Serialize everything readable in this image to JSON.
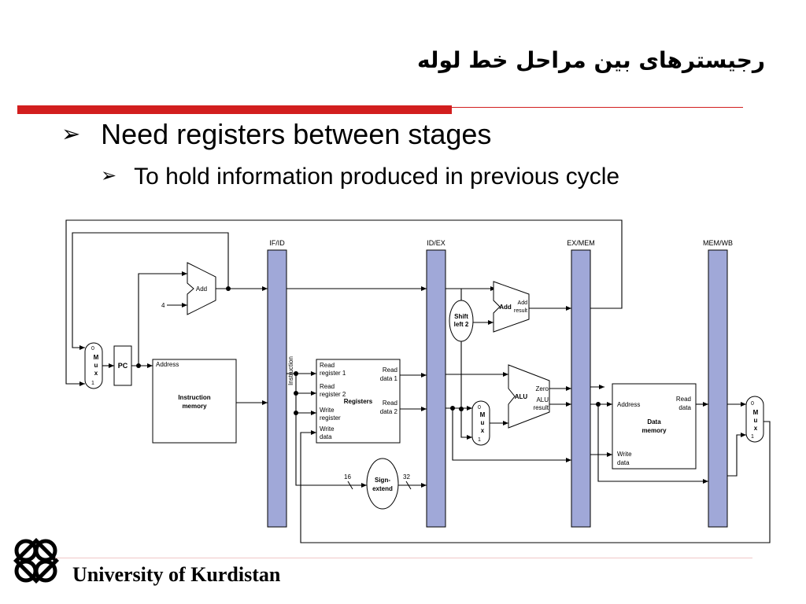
{
  "slide": {
    "title": "رجیسترهای بین مراحل خط لوله",
    "bullet1": "Need registers between stages",
    "bullet2": "To hold information produced in previous cycle",
    "bullet_marker": "arrow-bullet-icon"
  },
  "footer": {
    "university": "University of Kurdistan",
    "logo": "kurdistan-knot-logo"
  },
  "diagram": {
    "pipeline_registers": [
      "IF/ID",
      "ID/EX",
      "EX/MEM",
      "MEM/WB"
    ],
    "pc": "PC",
    "add": "Add",
    "four": "4",
    "instruction_memory": [
      "Instruction",
      "memory"
    ],
    "address": "Address",
    "instruction": "Instruction",
    "registers": "Registers",
    "read_register1": [
      "Read",
      "register 1"
    ],
    "read_register2": [
      "Read",
      "register 2"
    ],
    "write_register": [
      "Write",
      "register"
    ],
    "write_data": [
      "Write",
      "data"
    ],
    "read_data1": [
      "Read",
      "data 1"
    ],
    "read_data2": [
      "Read",
      "data 2"
    ],
    "shift_left": [
      "Shift",
      "left 2"
    ],
    "add_result": [
      "Add",
      "result"
    ],
    "alu": "ALU",
    "zero": "Zero",
    "alu_result": [
      "ALU",
      "result"
    ],
    "data_memory": [
      "Data",
      "memory"
    ],
    "read_data": [
      "Read",
      "data"
    ],
    "sign_extend": [
      "Sign-",
      "extend"
    ],
    "bits16": "16",
    "bits32": "32",
    "mux": [
      "M",
      "u",
      "x"
    ],
    "mux_in0": "0",
    "mux_in1": "1"
  }
}
